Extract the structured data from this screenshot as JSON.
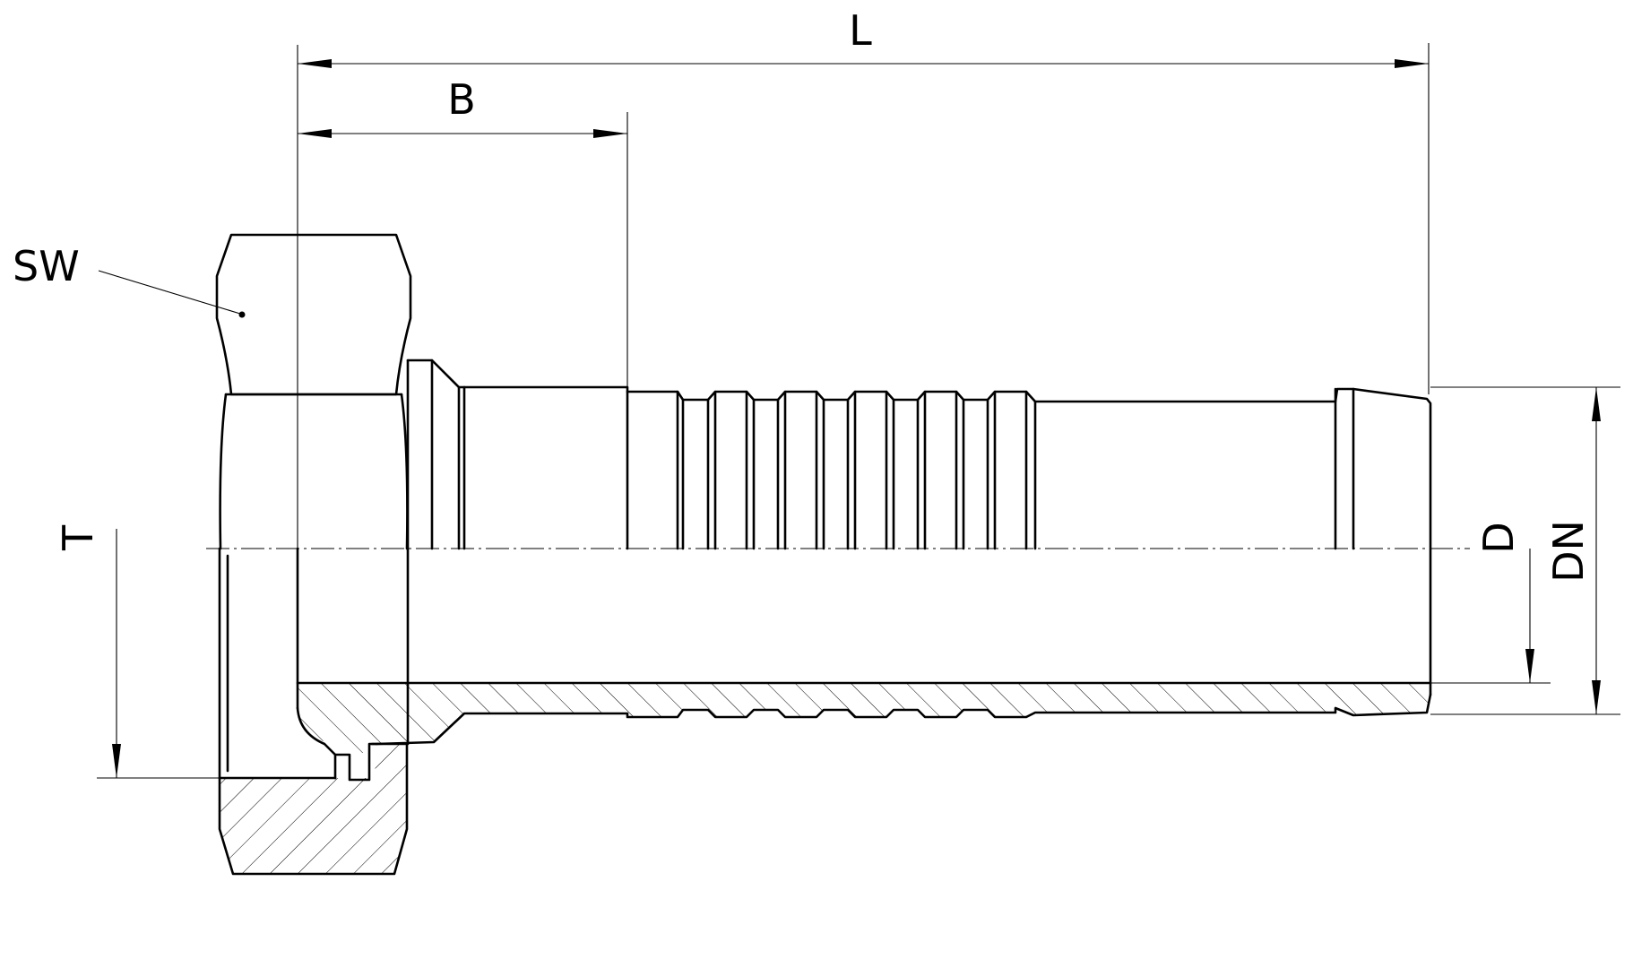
{
  "labels": {
    "overall_length": "L",
    "nut_length": "B",
    "wrench_size": "SW",
    "thread": "T",
    "bore_diameter": "D",
    "nominal_diameter": "DN"
  },
  "colors": {
    "line": "#000000",
    "background": "#ffffff"
  }
}
